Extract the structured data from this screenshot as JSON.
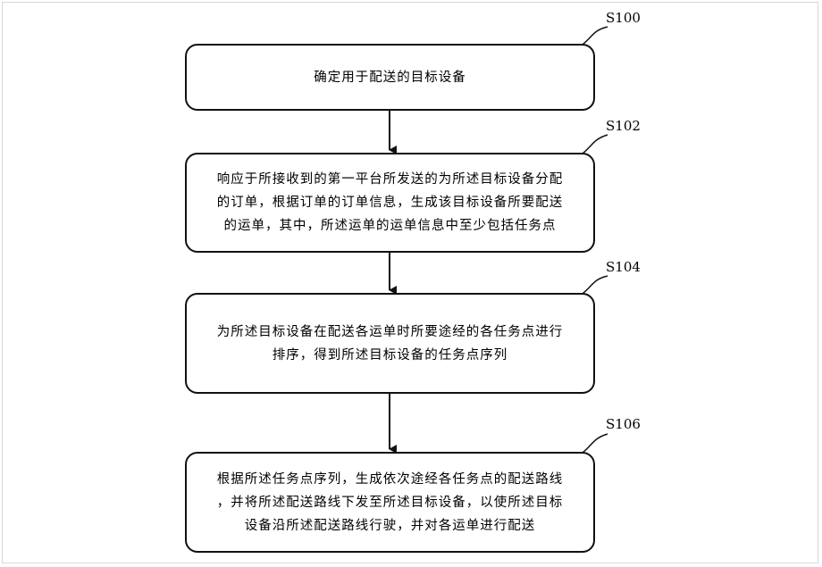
{
  "steps": [
    {
      "id": "S100",
      "text": "确定用于配送的目标设备"
    },
    {
      "id": "S102",
      "text": "响应于所接收到的第一平台所发送的为所述目标设备分配\n的订单，根据订单的订单信息，生成该目标设备所要配送\n的运单，其中，所述运单的运单信息中至少包括任务点"
    },
    {
      "id": "S104",
      "text": "为所述目标设备在配送各运单时所要途经的各任务点进行\n排序，得到所述目标设备的任务点序列"
    },
    {
      "id": "S106",
      "text": "根据所述任务点序列，生成依次途经各任务点的配送路线\n，并将所述配送路线下发至所述目标设备，以使所述目标\n设备沿所述配送路线行驶，并对各运单进行配送"
    }
  ],
  "colors": {
    "stroke": "#111111",
    "frame": "#d8d8d8"
  }
}
